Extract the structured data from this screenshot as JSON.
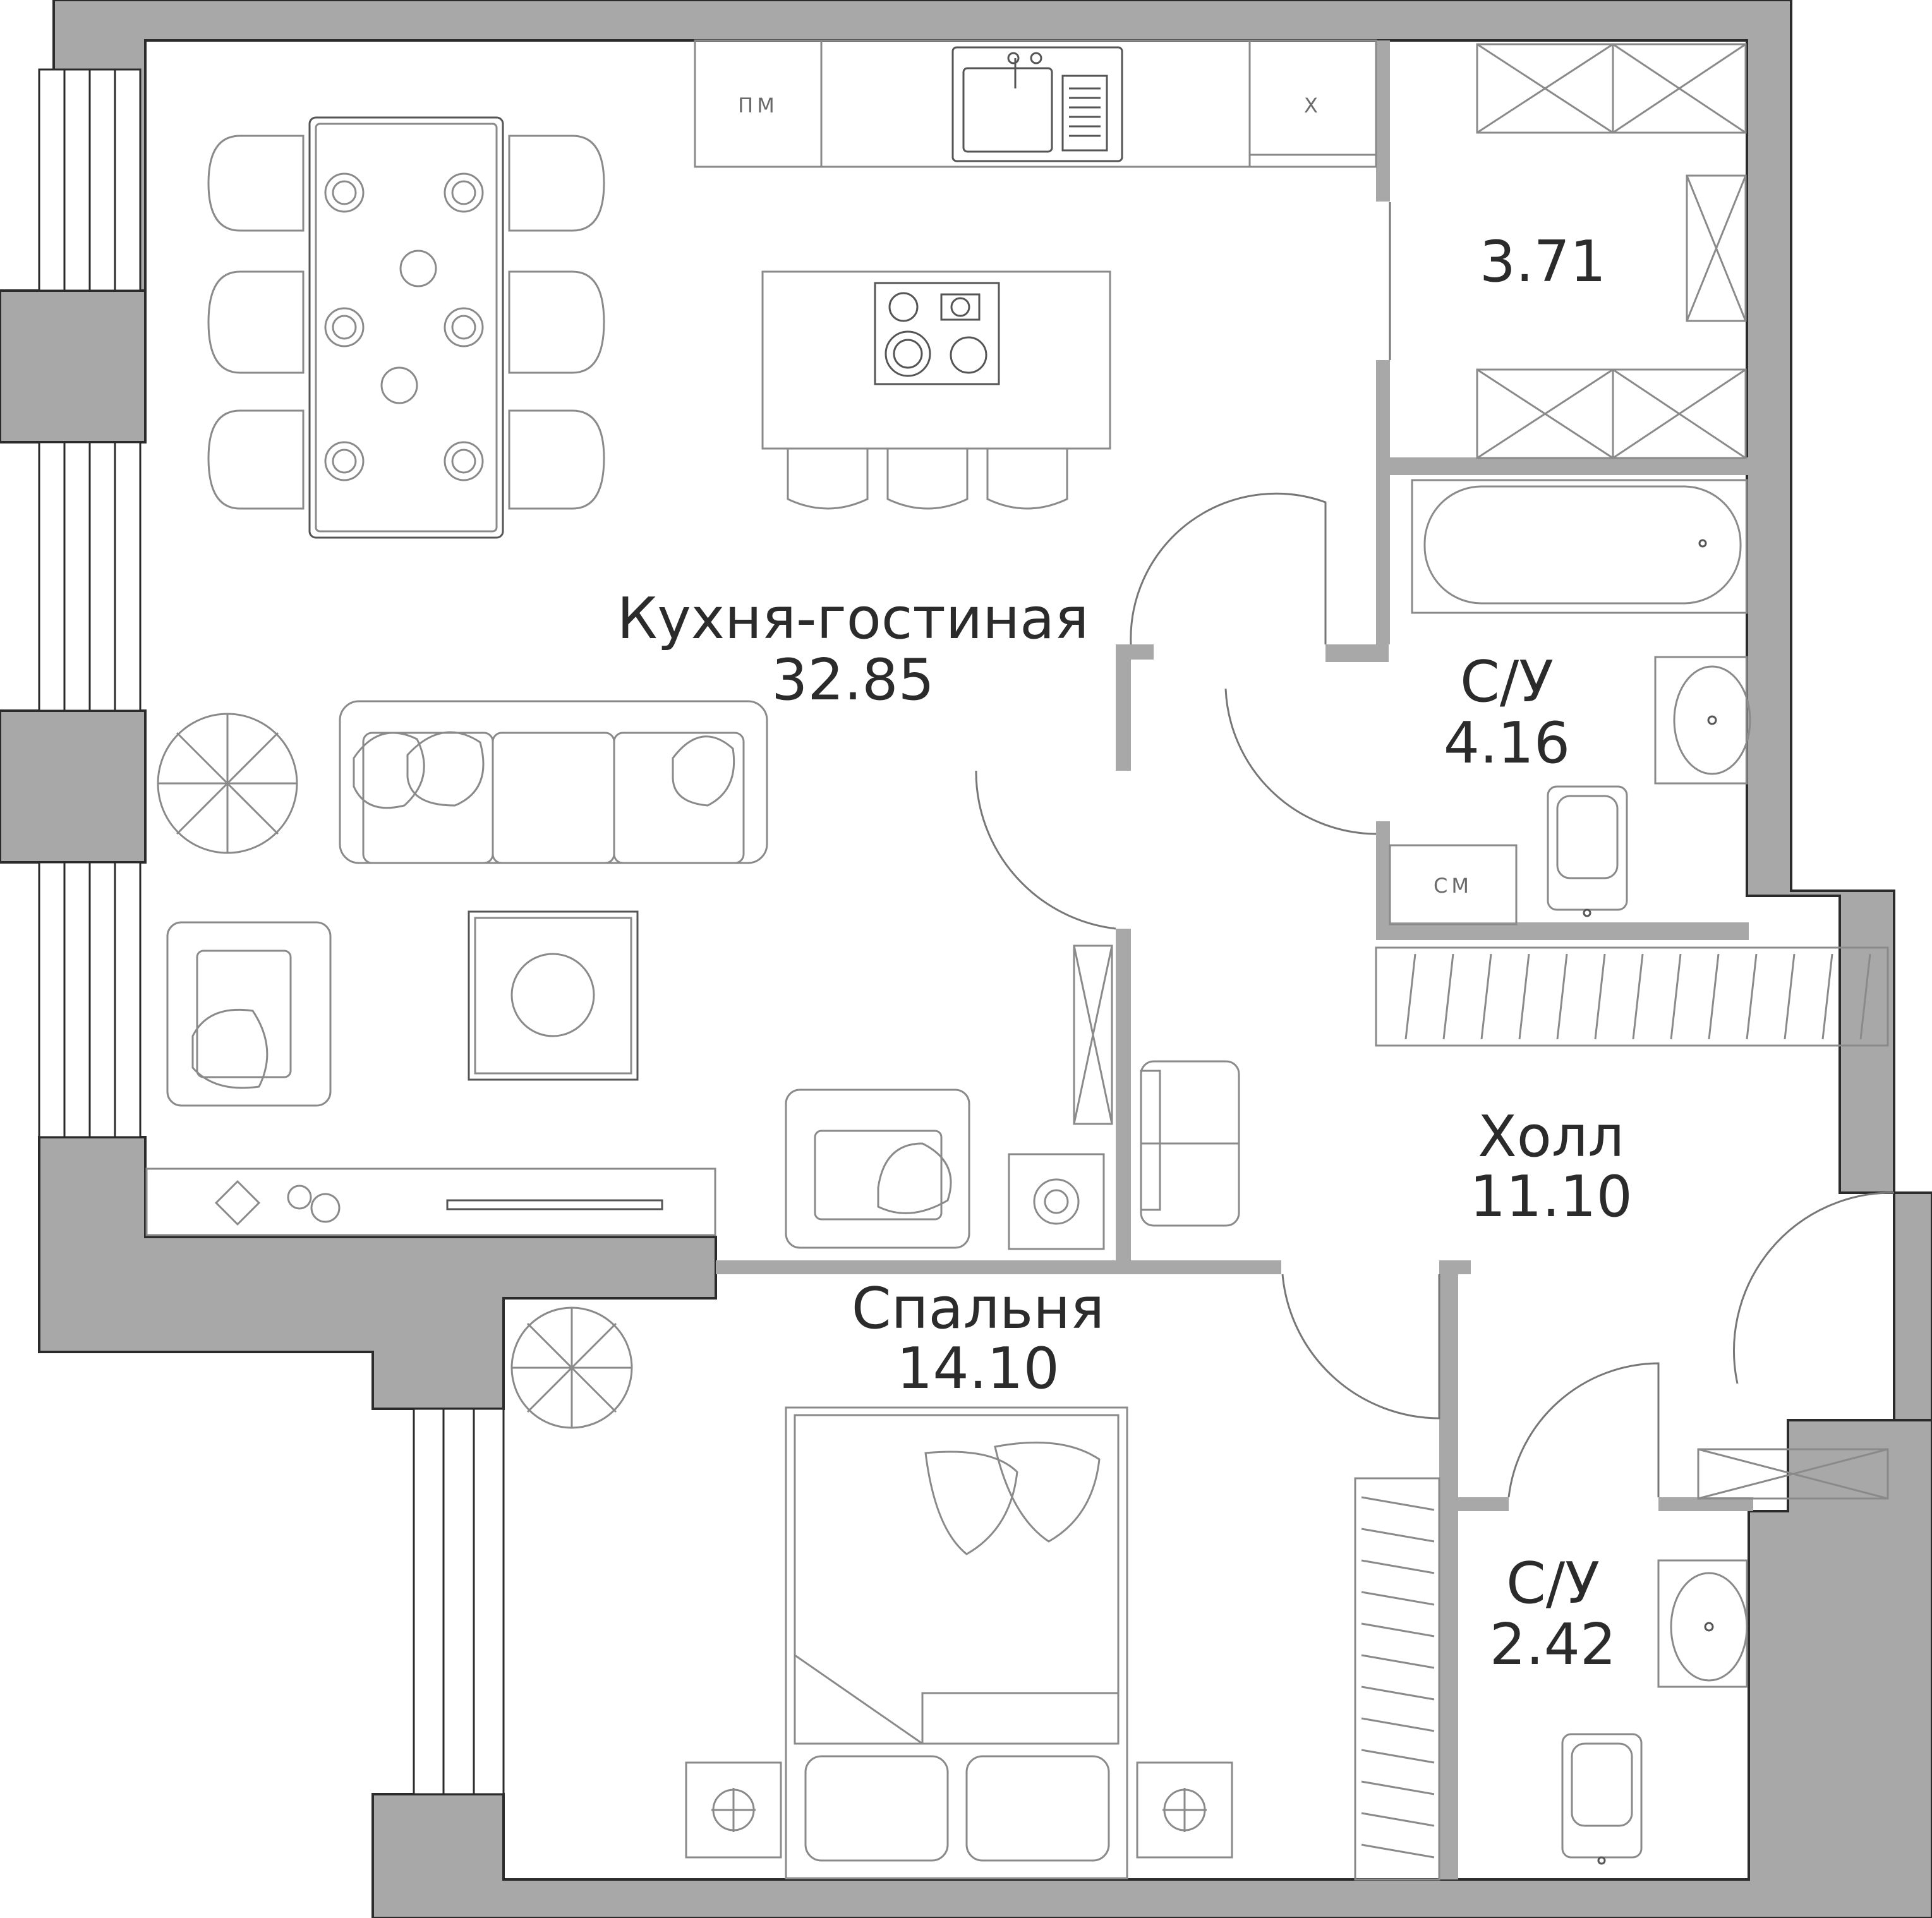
{
  "rooms": {
    "kitchen_living": {
      "name": "Кухня-гостиная",
      "area": "32.85"
    },
    "storage": {
      "area": "3.71"
    },
    "bathroom_main": {
      "name": "С/У",
      "area": "4.16"
    },
    "hall": {
      "name": "Холл",
      "area": "11.10"
    },
    "bedroom": {
      "name": "Спальня",
      "area": "14.10"
    },
    "bathroom_guest": {
      "name": "С/У",
      "area": "2.42"
    }
  },
  "appliances": {
    "dishwasher": "ПМ",
    "fridge": "Х",
    "washing_machine": "СМ"
  },
  "colors": {
    "wall_fill": "#a8a8a8",
    "line": "#2b2b2b",
    "furniture": "#8a8a8a",
    "background": "#ffffff"
  }
}
